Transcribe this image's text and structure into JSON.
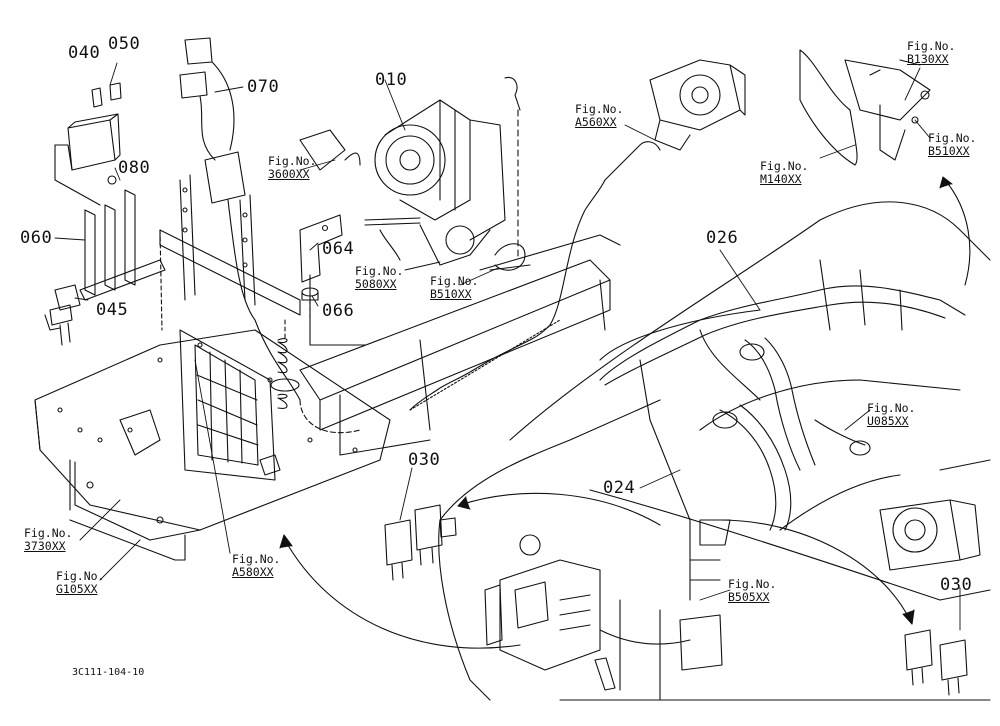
{
  "parts": {
    "p010": "010",
    "p024": "024",
    "p026": "026",
    "p030a": "030",
    "p030b": "030",
    "p040": "040",
    "p045": "045",
    "p050": "050",
    "p060": "060",
    "p064": "064",
    "p066": "066",
    "p070": "070",
    "p080": "080"
  },
  "refs": {
    "fig_label": "Fig.No.",
    "r3600": "3600XX",
    "r5080": "5080XX",
    "rB510a": "B510XX",
    "rA560": "A560XX",
    "rB130": "B130XX",
    "rB510b": "B510XX",
    "rM140": "M140XX",
    "rU085": "U085XX",
    "r3730": "3730XX",
    "rG105": "G105XX",
    "rA580": "A580XX",
    "rB505": "B505XX"
  },
  "footer": {
    "code": "3C111-104-10"
  },
  "colors": {
    "ink": "#111111",
    "paper": "#ffffff"
  }
}
